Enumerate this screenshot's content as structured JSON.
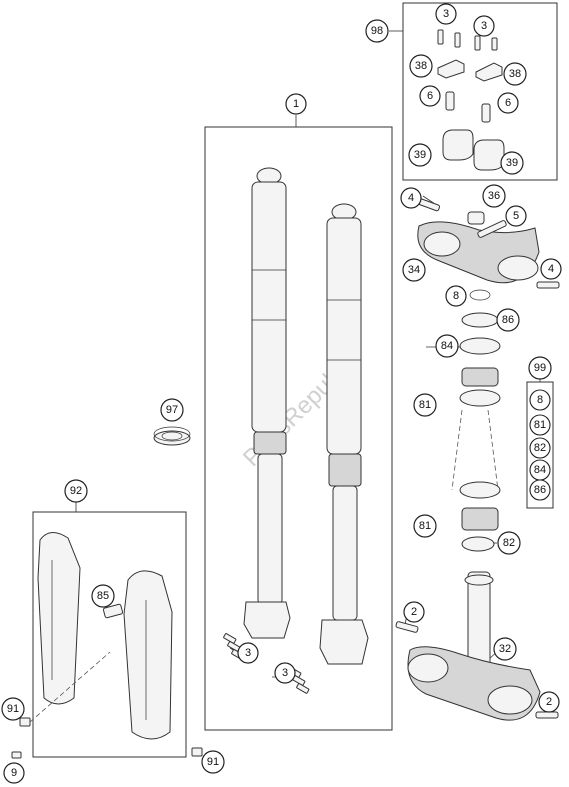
{
  "watermark": "PartsRepublik",
  "callouts": {
    "c98": "98",
    "c3a": "3",
    "c3b": "3",
    "c38a": "38",
    "c38b": "38",
    "c6a": "6",
    "c6b": "6",
    "c39a": "39",
    "c39b": "39",
    "c1": "1",
    "c4a": "4",
    "c36": "36",
    "c5": "5",
    "c34": "34",
    "c4b": "4",
    "c8": "8",
    "c86": "86",
    "c84": "84",
    "c81a": "81",
    "c81b": "81",
    "c82": "82",
    "c97": "97",
    "c92": "92",
    "c85": "85",
    "c3c": "3",
    "c3d": "3",
    "c2a": "2",
    "c32": "32",
    "c2b": "2",
    "c91a": "91",
    "c91b": "91",
    "c9": "9"
  },
  "kit": {
    "title": "99",
    "items": [
      "8",
      "81",
      "82",
      "84",
      "86"
    ]
  }
}
